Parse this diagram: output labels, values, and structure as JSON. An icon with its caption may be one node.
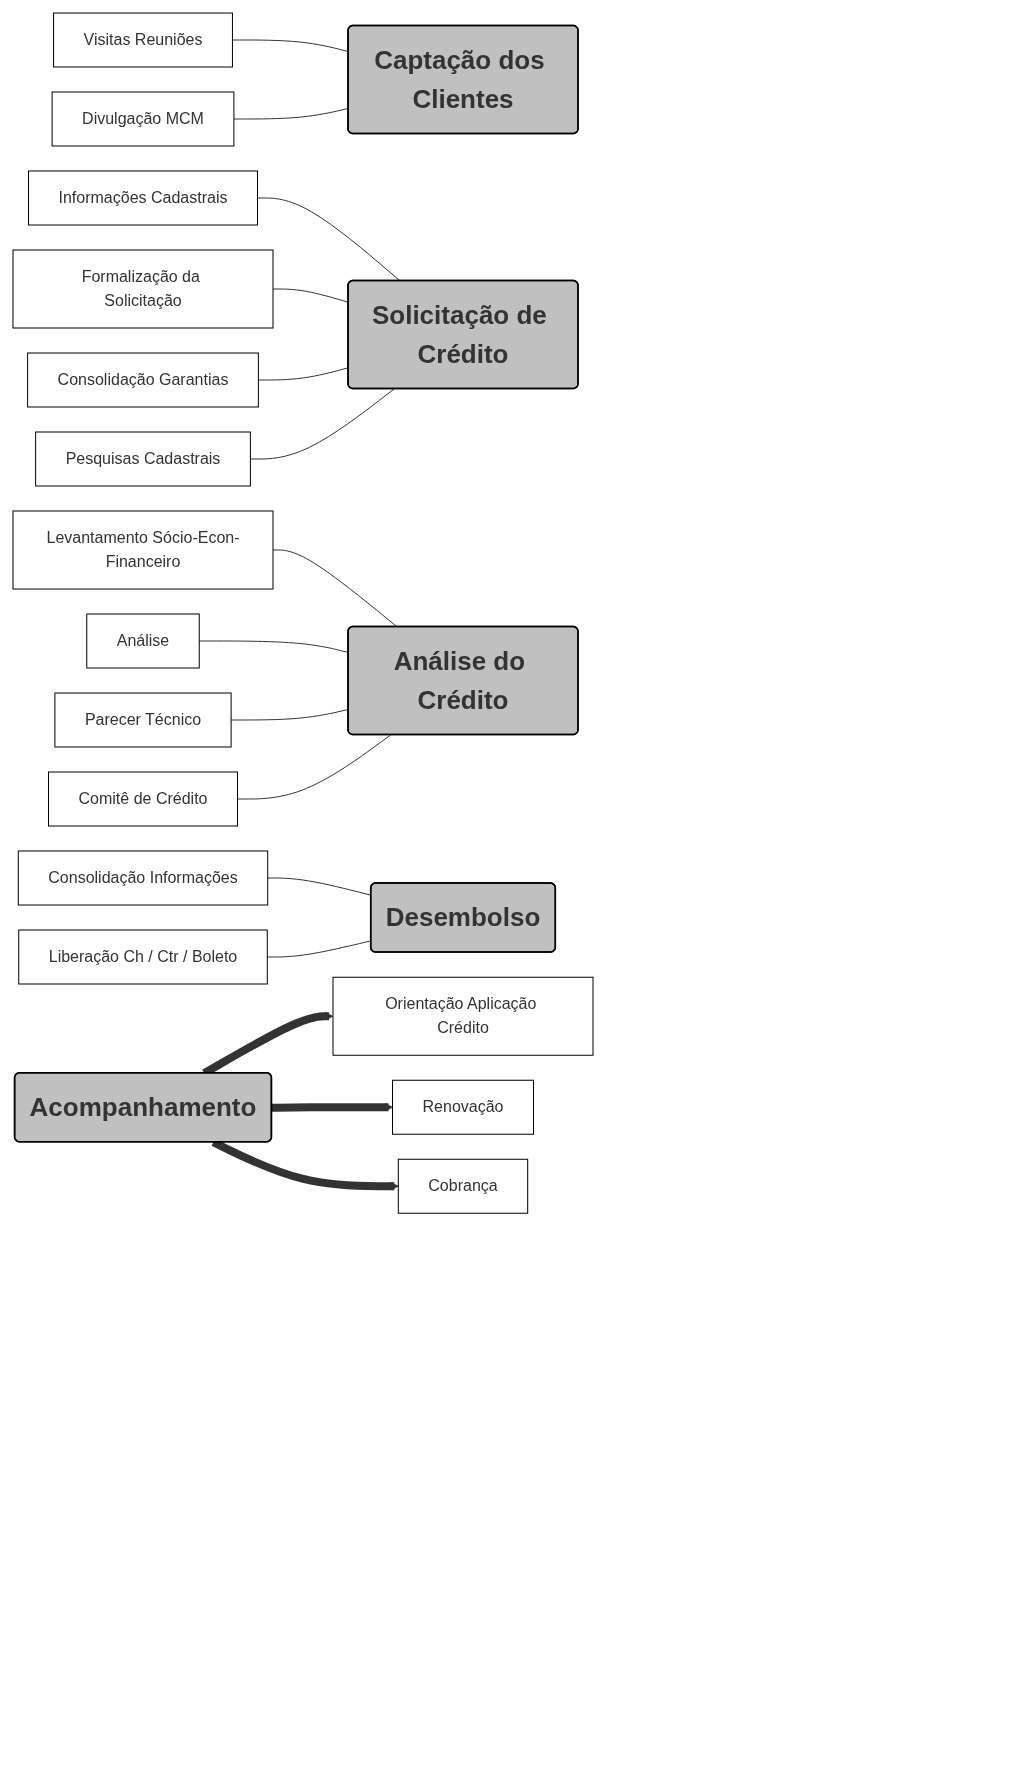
{
  "diagram": {
    "nodes": [
      {
        "text": [
          "Visitas Reuniões"
        ]
      },
      {
        "text": [
          "Divulgação MCM"
        ]
      },
      {
        "text": [
          "Captação dos Clientes"
        ]
      },
      {
        "text": [
          "Informações Cadastrais"
        ]
      },
      {
        "text": [
          "Formalização da Solicitação"
        ]
      },
      {
        "text": [
          "Consolidação Garantias"
        ]
      },
      {
        "text": [
          "Pesquisas Cadastrais"
        ]
      },
      {
        "text": [
          "Solicitação de Crédito"
        ]
      },
      {
        "text": [
          "Levantamento Sócio-Econ-Financeiro"
        ]
      },
      {
        "text": [
          "Análise"
        ]
      },
      {
        "text": [
          "Parecer Técnico"
        ]
      },
      {
        "text": [
          "Comitê de Crédito"
        ]
      },
      {
        "text": [
          "Análise do Crédito"
        ]
      },
      {
        "text": [
          "Consolidação Informações"
        ]
      },
      {
        "text": [
          "Liberação Ch / Ctr / Boleto"
        ]
      },
      {
        "text": [
          "Desembolso"
        ]
      },
      {
        "text": [
          "Acompanhamento"
        ]
      },
      {
        "text": [
          "Orientação Aplicação Crédito"
        ]
      },
      {
        "text": [
          "Renovação"
        ]
      },
      {
        "text": [
          "Cobrança"
        ]
      }
    ],
    "edges": [
      {
        "from": 0,
        "to": 2,
        "arrow": "none"
      },
      {
        "from": 1,
        "to": 2,
        "arrow": "none"
      },
      {
        "from": 3,
        "to": 7,
        "arrow": "none"
      },
      {
        "from": 4,
        "to": 7,
        "arrow": "none"
      },
      {
        "from": 5,
        "to": 7,
        "arrow": "none"
      },
      {
        "from": 6,
        "to": 7,
        "arrow": "none"
      },
      {
        "from": 8,
        "to": 12,
        "arrow": "none"
      },
      {
        "from": 9,
        "to": 12,
        "arrow": "none"
      },
      {
        "from": 10,
        "to": 12,
        "arrow": "none"
      },
      {
        "from": 11,
        "to": 12,
        "arrow": "none"
      },
      {
        "from": 13,
        "to": 15,
        "arrow": "none"
      },
      {
        "from": 14,
        "to": 15,
        "arrow": "none"
      },
      {
        "from": 16,
        "to": 17,
        "arrow": "to",
        "style": "thick"
      },
      {
        "from": 16,
        "to": 18,
        "arrow": "to",
        "style": "thick"
      },
      {
        "from": 16,
        "to": 19,
        "arrow": "to",
        "style": "thick"
      }
    ]
  }
}
